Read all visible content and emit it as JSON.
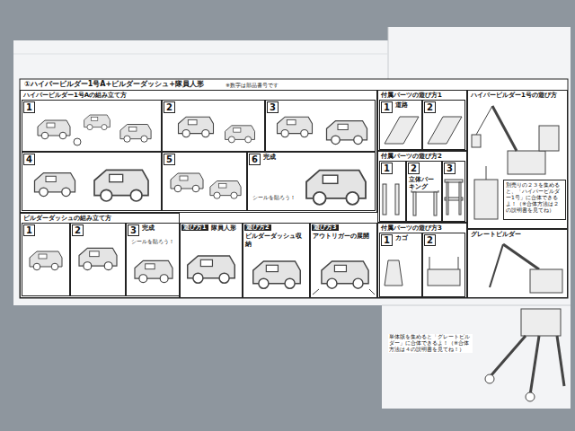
{
  "diagram": {
    "title": "①ハイパービルダー1号A+ビルダーダッシュ+隊員人形",
    "nodes": [
      {
        "text": [
          "ハイパービルダー1号Aの組み立て方"
        ]
      },
      {
        "text": [
          "1"
        ],
        "in": 0
      },
      {
        "text": [
          "2"
        ],
        "in": 0
      },
      {
        "text": [
          "3"
        ],
        "in": 0
      },
      {
        "text": [
          "4"
        ],
        "in": 0
      },
      {
        "text": [
          "5"
        ],
        "in": 0
      },
      {
        "text": [
          "6",
          "完成"
        ],
        "in": 0
      },
      {
        "text": [
          "ビルダーダッシュの組み立て方"
        ]
      },
      {
        "text": [
          "1"
        ],
        "in": 7
      },
      {
        "text": [
          "2"
        ],
        "in": 7
      },
      {
        "text": [
          "3",
          "完成"
        ],
        "in": 7
      },
      {
        "text": [
          "遊び方1",
          "隊員人形"
        ]
      },
      {
        "text": [
          "遊び方2",
          "ビルダーダッシュ収納"
        ]
      },
      {
        "text": [
          "遊び方3",
          "アウトリガーの展開"
        ]
      },
      {
        "text": [
          "付属パーツの遊び方1"
        ]
      },
      {
        "text": [
          "1",
          "道路"
        ],
        "in": 14
      },
      {
        "text": [
          "2"
        ],
        "in": 14
      },
      {
        "text": [
          "付属パーツの遊び方2"
        ]
      },
      {
        "text": [
          "1"
        ],
        "in": 17
      },
      {
        "text": [
          "2",
          "立体パーキング"
        ],
        "in": 17
      },
      {
        "text": [
          "3"
        ],
        "in": 17
      },
      {
        "text": [
          "付属パーツの遊び方3"
        ]
      },
      {
        "text": [
          "1",
          "カゴ"
        ],
        "in": 21
      },
      {
        "text": [
          "2"
        ],
        "in": 21
      },
      {
        "text": [
          "ハイパービルダー1号の遊び方"
        ]
      },
      {
        "text": [
          "別売りの２３を集めると、「ハイパービルダー1号」に合体できるよ！（※合体方法は２の説明書を見てね）"
        ],
        "in": 24
      },
      {
        "text": [
          "グレートビルダー"
        ]
      }
    ],
    "labels": [
      "※数字は部品番号です",
      "シールを貼ろう！",
      "シールを貼ろう！",
      "単体版を集めると「グレートビルダー」に合体できるよ！（※合体方法は４の説明書を見てね！）"
    ]
  }
}
